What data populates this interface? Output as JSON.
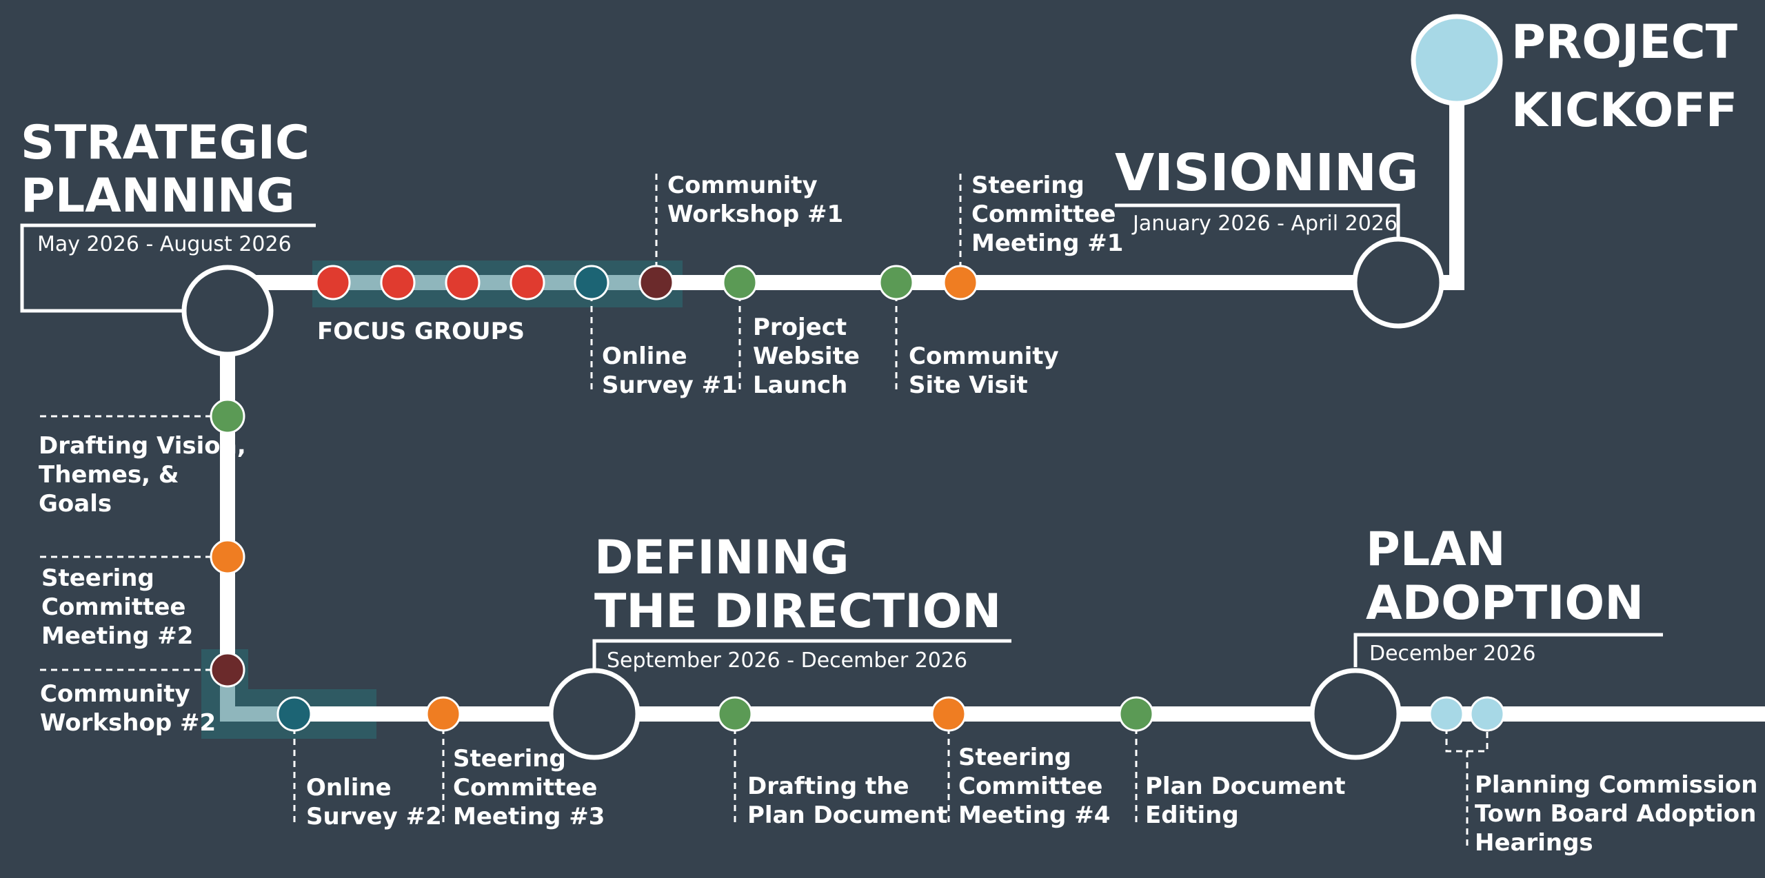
{
  "colors": {
    "background": "#36424e",
    "track": "#ffffff",
    "highlight_band": "#2f5a63",
    "highlight_line": "#8fb6bc",
    "red": "#e03b2f",
    "teal": "#1c6474",
    "maroon": "#6b2a2b",
    "green": "#5b9a55",
    "orange": "#ef7d22",
    "light_blue": "#a7d8e6"
  },
  "phases": {
    "kickoff": {
      "title_line1": "PROJECT",
      "title_line2": "KICKOFF"
    },
    "visioning": {
      "title": "VISIONING",
      "dates": "January 2026 -  April 2026"
    },
    "strategic": {
      "title_line1": "STRATEGIC",
      "title_line2": "PLANNING",
      "dates": "May 2026 - August 2026"
    },
    "defining": {
      "title_line1": "DEFINING",
      "title_line2": "THE DIRECTION",
      "dates": "September 2026 - December 2026"
    },
    "adoption": {
      "title_line1": "PLAN",
      "title_line2": "ADOPTION",
      "dates": "December 2026"
    }
  },
  "focus_groups_label": "FOCUS GROUPS",
  "milestones": {
    "community_workshop_1": {
      "color": "maroon",
      "line1": "Community",
      "line2": "Workshop #1"
    },
    "online_survey_1": {
      "color": "teal",
      "line1": "Online",
      "line2": "Survey #1"
    },
    "project_website": {
      "color": "green",
      "line1": "Project",
      "line2": "Website",
      "line3": "Launch"
    },
    "community_site_visit": {
      "color": "green",
      "line1": "Community",
      "line2": "Site Visit"
    },
    "steering_1": {
      "color": "orange",
      "line1": "Steering",
      "line2": "Committee",
      "line3": "Meeting #1"
    },
    "drafting_vision": {
      "color": "green",
      "line1": "Drafting Vision,",
      "line2": "Themes, &",
      "line3": "Goals"
    },
    "steering_2": {
      "color": "orange",
      "line1": "Steering",
      "line2": "Committee",
      "line3": "Meeting #2"
    },
    "community_workshop_2": {
      "color": "maroon",
      "line1": "Community",
      "line2": "Workshop #2"
    },
    "online_survey_2": {
      "color": "teal",
      "line1": "Online",
      "line2": "Survey #2"
    },
    "steering_3": {
      "color": "orange",
      "line1": "Steering",
      "line2": "Committee",
      "line3": "Meeting #3"
    },
    "drafting_plan": {
      "color": "green",
      "line1": "Drafting the",
      "line2": "Plan Document"
    },
    "steering_4": {
      "color": "orange",
      "line1": "Steering",
      "line2": "Committee",
      "line3": "Meeting #4"
    },
    "plan_editing": {
      "color": "green",
      "line1": "Plan Document",
      "line2": "Editing"
    },
    "adoption_hearings": {
      "color": "light_blue",
      "line1": "Planning Commission &",
      "line2": "Town Board Adoption",
      "line3": "Hearings"
    }
  }
}
